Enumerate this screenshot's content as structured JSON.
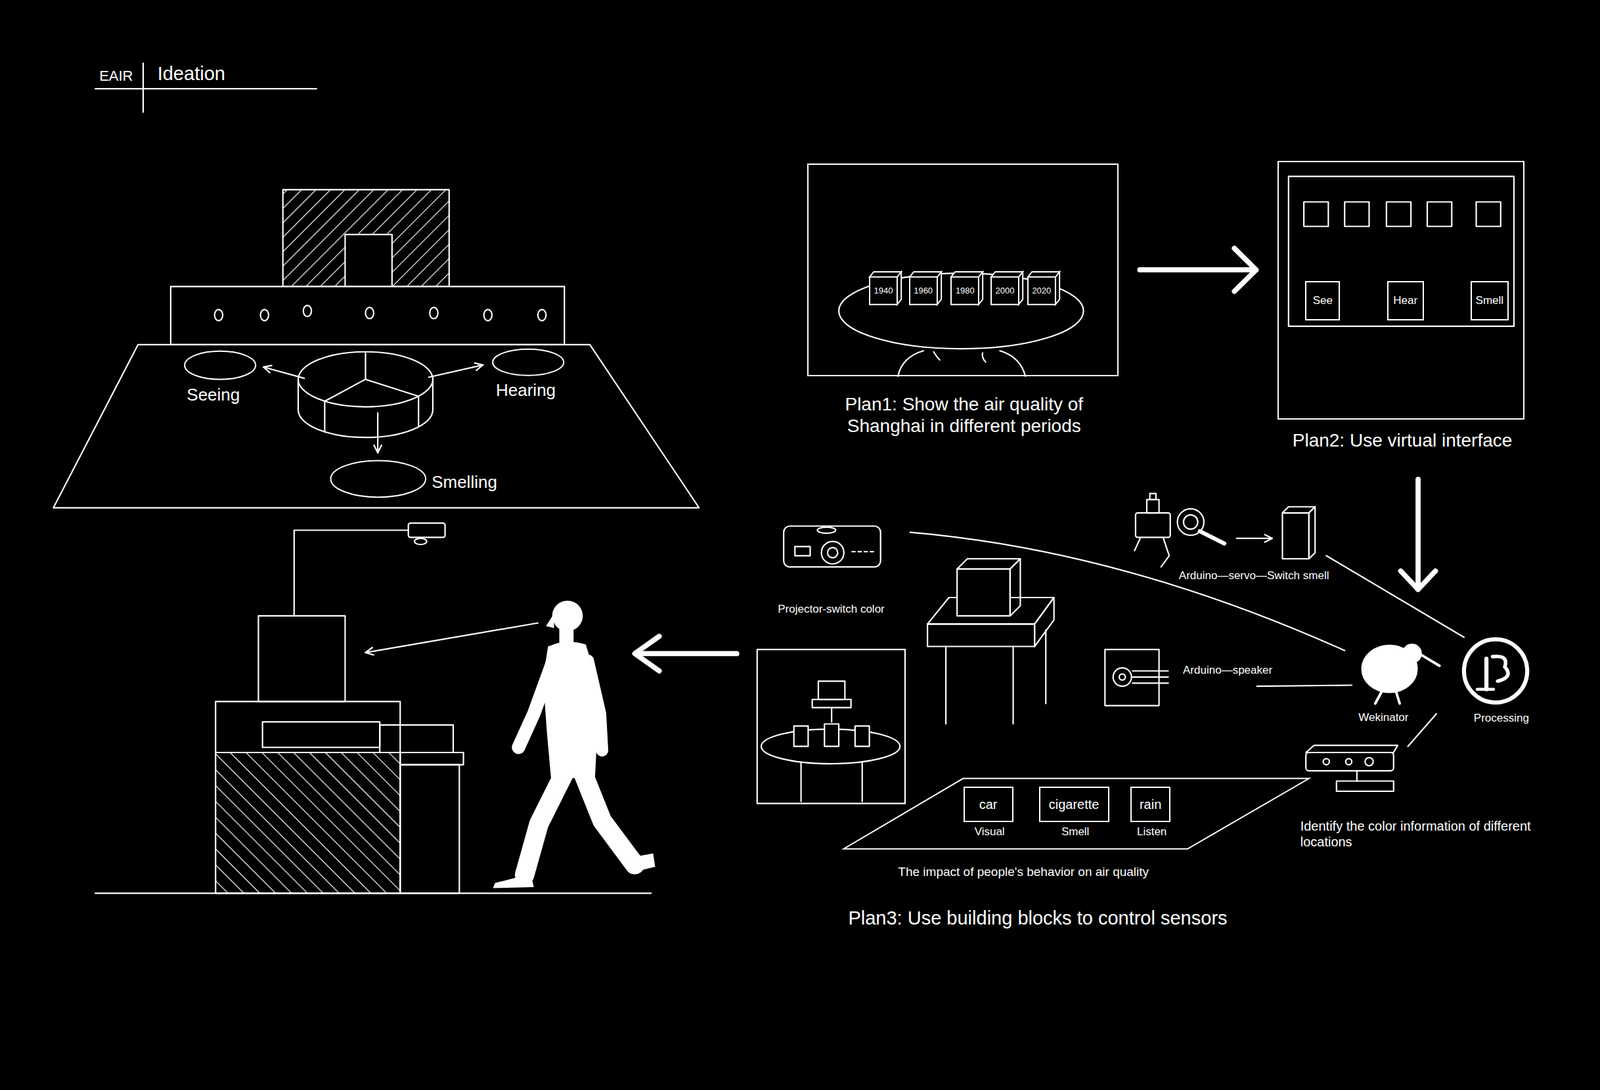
{
  "diagram": {
    "title": "Ideation",
    "nodes": [
      {
        "text": [
          "Plan1: Show the air quality of Shanghai in different periods"
        ]
      },
      {
        "text": [
          "1940"
        ],
        "in": 0
      },
      {
        "text": [
          "1960"
        ],
        "in": 0
      },
      {
        "text": [
          "1980"
        ],
        "in": 0
      },
      {
        "text": [
          "2000"
        ],
        "in": 0
      },
      {
        "text": [
          "2020"
        ],
        "in": 0
      },
      {
        "text": [
          "Plan2: Use virtual interface"
        ]
      },
      {
        "text": [
          "See"
        ],
        "in": 6
      },
      {
        "text": [
          "Hear"
        ],
        "in": 6
      },
      {
        "text": [
          "Smell"
        ],
        "in": 6
      },
      {
        "text": [
          "Seeing"
        ]
      },
      {
        "text": [
          "Hearing"
        ]
      },
      {
        "text": [
          "Smelling"
        ]
      },
      {
        "text": [
          "The impact of people's behavior on air quality"
        ]
      },
      {
        "text": [
          "car",
          "Visual"
        ],
        "in": 13
      },
      {
        "text": [
          "cigarette",
          "Smell"
        ],
        "in": 13
      },
      {
        "text": [
          "rain",
          "Listen"
        ],
        "in": 13
      }
    ],
    "edges": [
      {
        "from": 0,
        "to": 6,
        "arrow": "to"
      }
    ],
    "labels": [
      "EAIR",
      "Projector-switch color",
      "Arduino—servo—Switch smell",
      "Arduino—speaker",
      "Wekinator",
      "Processing",
      "Identify the color information of different locations",
      "Plan3: Use building blocks to control sensors"
    ]
  }
}
